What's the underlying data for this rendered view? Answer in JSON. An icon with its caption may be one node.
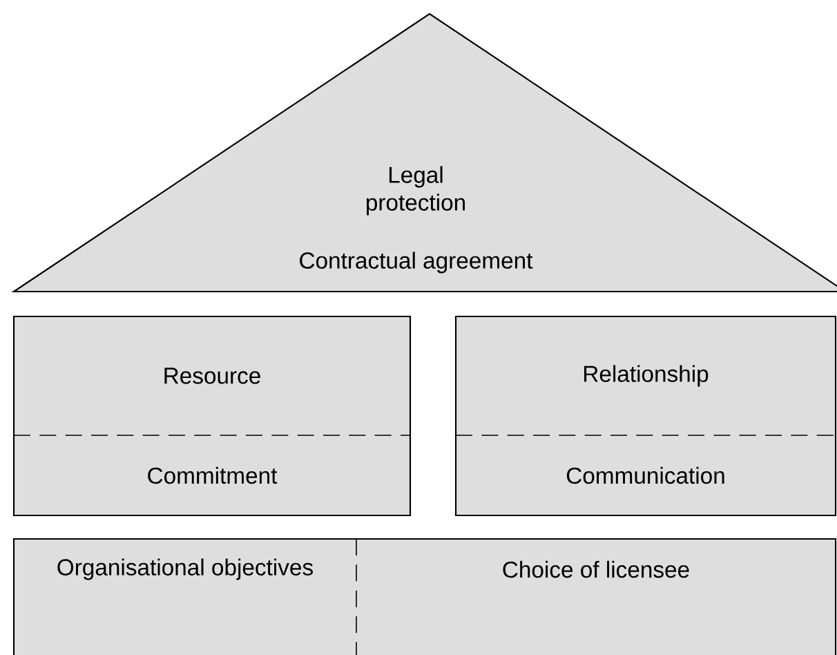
{
  "diagram": {
    "nodes": [
      {
        "text": [
          "Legal protection",
          "Contractual agreement"
        ]
      },
      {
        "text": [
          "Resource",
          "Commitment"
        ]
      },
      {
        "text": [
          "Relationship",
          "Communication"
        ]
      },
      {
        "text": [
          "Organisational objectives",
          "Choice of licensee"
        ]
      }
    ]
  }
}
